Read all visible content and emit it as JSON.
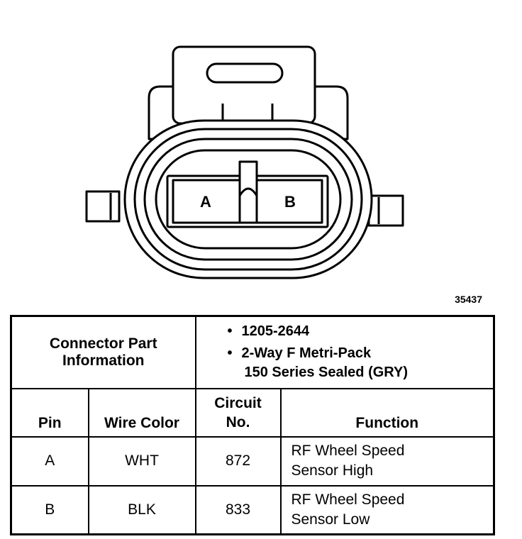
{
  "figure_id": "35437",
  "connector_pins": [
    "A",
    "B"
  ],
  "table": {
    "part_info_label_line1": "Connector Part",
    "part_info_label_line2": "Information",
    "part_numbers": [
      {
        "line1": "1205-2644",
        "line2": ""
      },
      {
        "line1": "2-Way F Metri-Pack",
        "line2": "150 Series Sealed (GRY)"
      }
    ],
    "headers": {
      "pin": "Pin",
      "wire_color": "Wire Color",
      "circuit_line1": "Circuit",
      "circuit_line2": "No.",
      "function": "Function"
    },
    "rows": [
      {
        "pin": "A",
        "wire_color": "WHT",
        "circuit": "872",
        "function_line1": "RF Wheel Speed",
        "function_line2": "Sensor High"
      },
      {
        "pin": "B",
        "wire_color": "BLK",
        "circuit": "833",
        "function_line1": "RF Wheel Speed",
        "function_line2": "Sensor Low"
      }
    ]
  }
}
